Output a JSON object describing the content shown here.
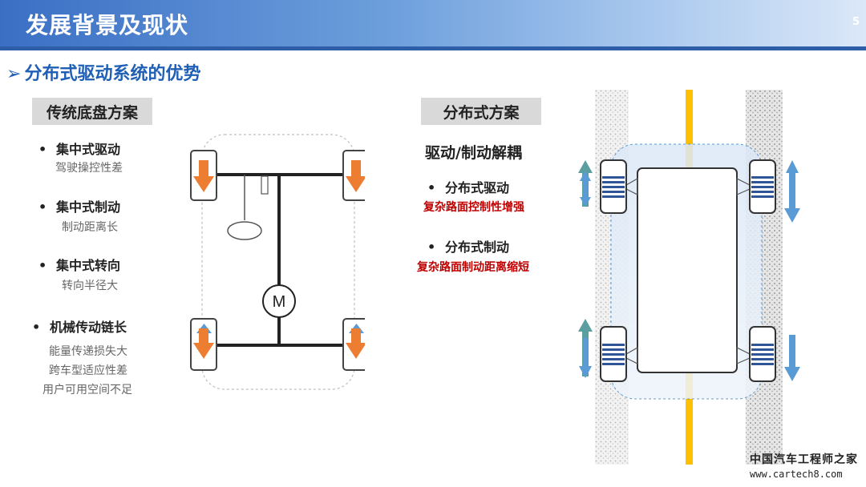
{
  "header": {
    "title": "发展背景及现状",
    "page_number": "5"
  },
  "subtitle": {
    "arrow": "➢",
    "text": "分布式驱动系统的优势"
  },
  "traditional": {
    "label": "传统底盘方案",
    "items": [
      {
        "bullet": "•",
        "title": "集中式驱动",
        "lines": [
          "驾驶操控性差"
        ]
      },
      {
        "bullet": "•",
        "title": "集中式制动",
        "lines": [
          "制动距离长"
        ]
      },
      {
        "bullet": "•",
        "title": "集中式转向",
        "lines": [
          "转向半径大"
        ]
      },
      {
        "bullet": "•",
        "title": "机械传动链长",
        "lines": [
          "能量传递损失大",
          "跨车型适应性差",
          "用户可用空间不足"
        ]
      }
    ],
    "motor_label": "M"
  },
  "distributed": {
    "label": "分布式方案",
    "decouple": "驱动/制动解耦",
    "items": [
      {
        "bullet": "•",
        "title": "分布式驱动",
        "note": "复杂路面控制性增强"
      },
      {
        "bullet": "•",
        "title": "分布式制动",
        "note": "复杂路面制动距离缩短"
      }
    ]
  },
  "watermark": {
    "cn": "中国汽车工程师之家",
    "url": "www.cartech8.com"
  },
  "colors": {
    "accent": "#1f5fb5",
    "orange": "#ed7d31",
    "steel_blue": "#5b9bd5",
    "teal": "#5b9ea0",
    "yellow": "#ffc000",
    "red": "#c00000"
  }
}
